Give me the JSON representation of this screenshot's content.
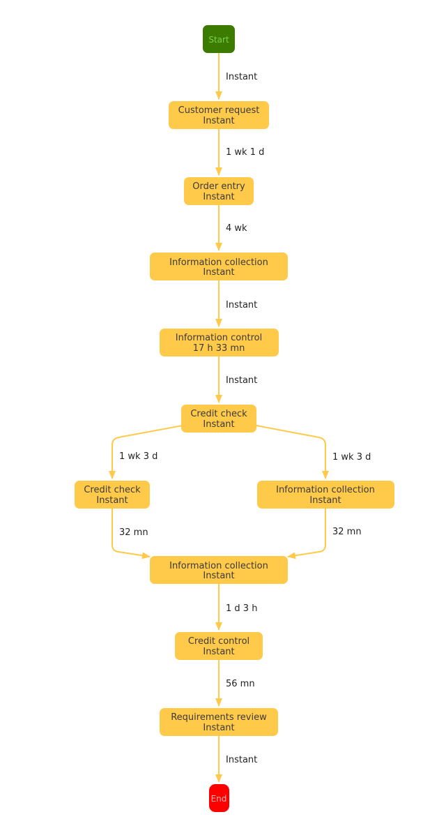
{
  "colors": {
    "activity": "#ffc94a",
    "edge": "#ffc94a",
    "start": "#3a7b00",
    "start_text": "#7fd14a",
    "end": "#ff0000",
    "end_text": "#ffb3b3",
    "text": "#3a3a3a"
  },
  "nodes": {
    "start": {
      "label": "Start"
    },
    "customer_request": {
      "name": "Customer request",
      "duration": "Instant"
    },
    "order_entry": {
      "name": "Order entry",
      "duration": "Instant"
    },
    "information_collection_1": {
      "name": "Information collection",
      "duration": "Instant"
    },
    "information_control": {
      "name": "Information control",
      "duration": "17 h 33 mn"
    },
    "credit_check_1": {
      "name": "Credit check",
      "duration": "Instant"
    },
    "credit_check_2": {
      "name": "Credit check",
      "duration": "Instant"
    },
    "information_collection_2": {
      "name": "Information collection",
      "duration": "Instant"
    },
    "information_collection_3": {
      "name": "Information collection",
      "duration": "Instant"
    },
    "credit_control": {
      "name": "Credit control",
      "duration": "Instant"
    },
    "requirements_review": {
      "name": "Requirements review",
      "duration": "Instant"
    },
    "end": {
      "label": "End"
    }
  },
  "edges": {
    "start_to_customer_request": "Instant",
    "customer_request_to_order_entry": "1 wk 1 d",
    "order_entry_to_information_collection": "4 wk",
    "information_collection_to_information_control": "Instant",
    "information_control_to_credit_check": "Instant",
    "credit_check_to_credit_check": "1 wk 3 d",
    "credit_check_to_information_collection": "1 wk 3 d",
    "credit_check_to_information_collection_merge": "32 mn",
    "information_collection_to_information_collection_merge": "32 mn",
    "information_collection_to_credit_control": "1 d 3 h",
    "credit_control_to_requirements_review": "56 mn",
    "requirements_review_to_end": "Instant"
  }
}
